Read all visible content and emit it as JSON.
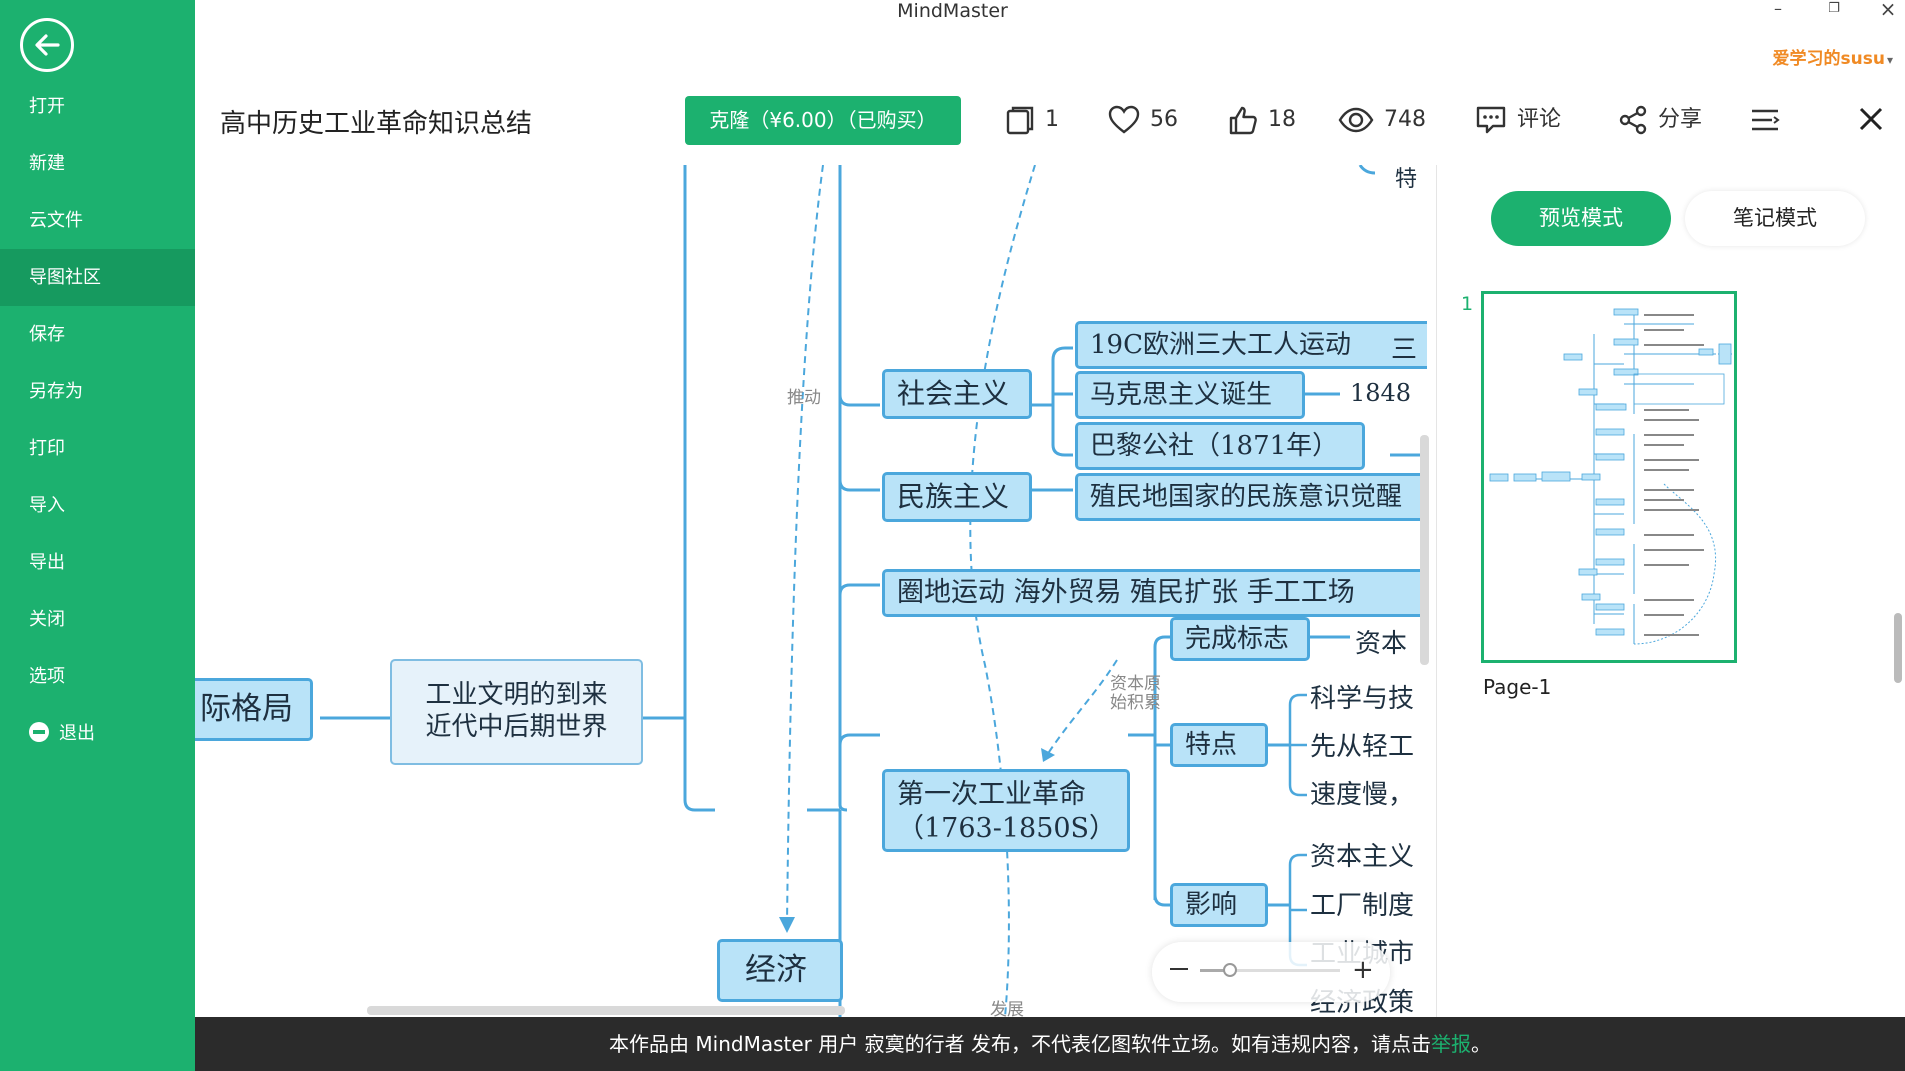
{
  "app": {
    "title": "MindMaster"
  },
  "window_controls": {
    "minimize": "–",
    "restore": "❐",
    "close": "×"
  },
  "user": {
    "name": "爱学习的susu",
    "caret": "▾"
  },
  "sidebar": {
    "items": [
      {
        "label": "打开"
      },
      {
        "label": "新建"
      },
      {
        "label": "云文件"
      },
      {
        "label": "导图社区"
      },
      {
        "label": "保存"
      },
      {
        "label": "另存为"
      },
      {
        "label": "打印"
      },
      {
        "label": "导入"
      },
      {
        "label": "导出"
      },
      {
        "label": "关闭"
      },
      {
        "label": "选项"
      },
      {
        "label": "退出"
      }
    ],
    "active": "导图社区"
  },
  "header": {
    "doc_title": "高中历史工业革命知识总结",
    "clone_button": "克隆（¥6.00）（已购买）",
    "pages": "1",
    "favorites": "56",
    "likes": "18",
    "views": "748",
    "comment_label": "评论",
    "share_label": "分享"
  },
  "mindmap": {
    "nodes": {
      "partial_left": "际格局",
      "industrial_civ_line1": "工业文明的到来",
      "industrial_civ_line2": "近代中后期世界",
      "economy": "经济",
      "socialism": "社会主义",
      "nationalism": "民族主义",
      "workers_movement": "19C欧洲三大工人运动",
      "marxism": "马克思主义诞生",
      "paris_commune": "巴黎公社（1871年）",
      "colonial_awareness": "殖民地国家的民族意识觉醒",
      "capital_sources": "圈地运动  海外贸易  殖民扩张  手工工场",
      "first_revolution_line1": "第一次工业革命",
      "first_revolution_line2": "（1763-1850S）",
      "completion_mark": "完成标志",
      "features": "特点",
      "impact": "影响"
    },
    "leaves": {
      "san": "三",
      "year_1848": "1848",
      "zi_ben": "资本",
      "science_tech": "科学与技",
      "light_first": "先从轻工",
      "slow_speed": "速度慢，",
      "capitalism": "资本主义",
      "factory_system": "工厂制度",
      "industrial_city": "工业城市",
      "economic_policy": "经济政策",
      "te": "特"
    },
    "link_labels": {
      "push": "推动",
      "capital_accum_line1": "资本原",
      "capital_accum_line2": "始积累",
      "develop": "发展"
    }
  },
  "right_panel": {
    "mode_preview": "预览模式",
    "mode_notes": "笔记模式",
    "page_number": "1",
    "page_label": "Page-1"
  },
  "footer": {
    "notice_prefix": "本作品由 MindMaster 用户 寂寞的行者 发布，不代表亿图软件立场。如有违规内容，请点击",
    "report_link": "举报",
    "notice_suffix": "。"
  },
  "colors": {
    "brand_green": "#1cb16f",
    "node_fill": "#b9e3f8",
    "node_border": "#4ba7dc",
    "user_orange": "#f08a24",
    "footer_bg": "#2b2b2b"
  }
}
